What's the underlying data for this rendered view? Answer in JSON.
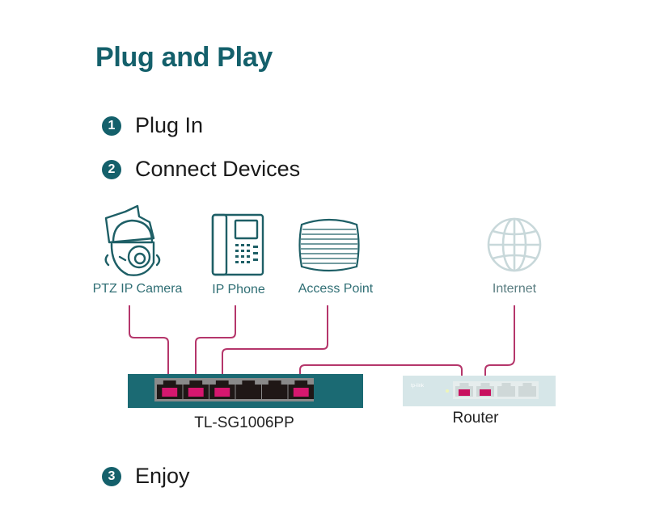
{
  "title": "Plug and Play",
  "steps": [
    {
      "number": "1",
      "label": "Plug In"
    },
    {
      "number": "2",
      "label": "Connect Devices"
    },
    {
      "number": "3",
      "label": "Enjoy"
    }
  ],
  "devices": [
    {
      "name": "PTZ IP Camera",
      "icon": "ptz-camera-icon"
    },
    {
      "name": "IP Phone",
      "icon": "ip-phone-icon"
    },
    {
      "name": "Access Point",
      "icon": "access-point-icon"
    },
    {
      "name": "Internet",
      "icon": "globe-icon"
    }
  ],
  "switch": {
    "model": "TL-SG1006PP",
    "ports": 6,
    "connected_ports": [
      1,
      2,
      3,
      6
    ]
  },
  "router": {
    "label": "Router",
    "brand": "tp-link",
    "ports": 4,
    "connected_ports": [
      1,
      2
    ]
  },
  "colors": {
    "accent": "#14606b",
    "cable": "#b5366b",
    "port_active": "#d6176f",
    "switch_body": "#1b6a73",
    "router_body": "#d6e6e8"
  }
}
